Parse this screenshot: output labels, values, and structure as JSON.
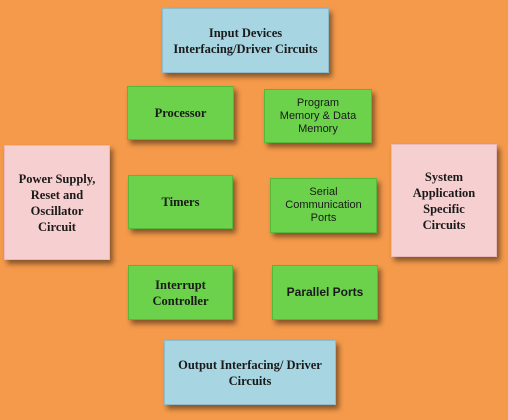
{
  "diagram": {
    "input_devices": "Input Devices\nInterfacing/Driver Circuits",
    "processor": "Processor",
    "program_memory": "Program\nMemory & Data\nMemory",
    "power_supply": "Power Supply,\nReset and\nOscillator\nCircuit",
    "timers": "Timers",
    "serial_ports": "Serial\nCommunication\nPorts",
    "system_application": "System\nApplication\nSpecific\nCircuits",
    "interrupt_controller": "Interrupt\nController",
    "parallel_ports": "Parallel Ports",
    "output_interfacing": "Output Interfacing/ Driver\nCircuits"
  },
  "colors": {
    "background": "#F59A4A",
    "interface_box": "#A7D5E1",
    "core_block": "#6CD14B",
    "side_box": "#F6CFD0"
  }
}
